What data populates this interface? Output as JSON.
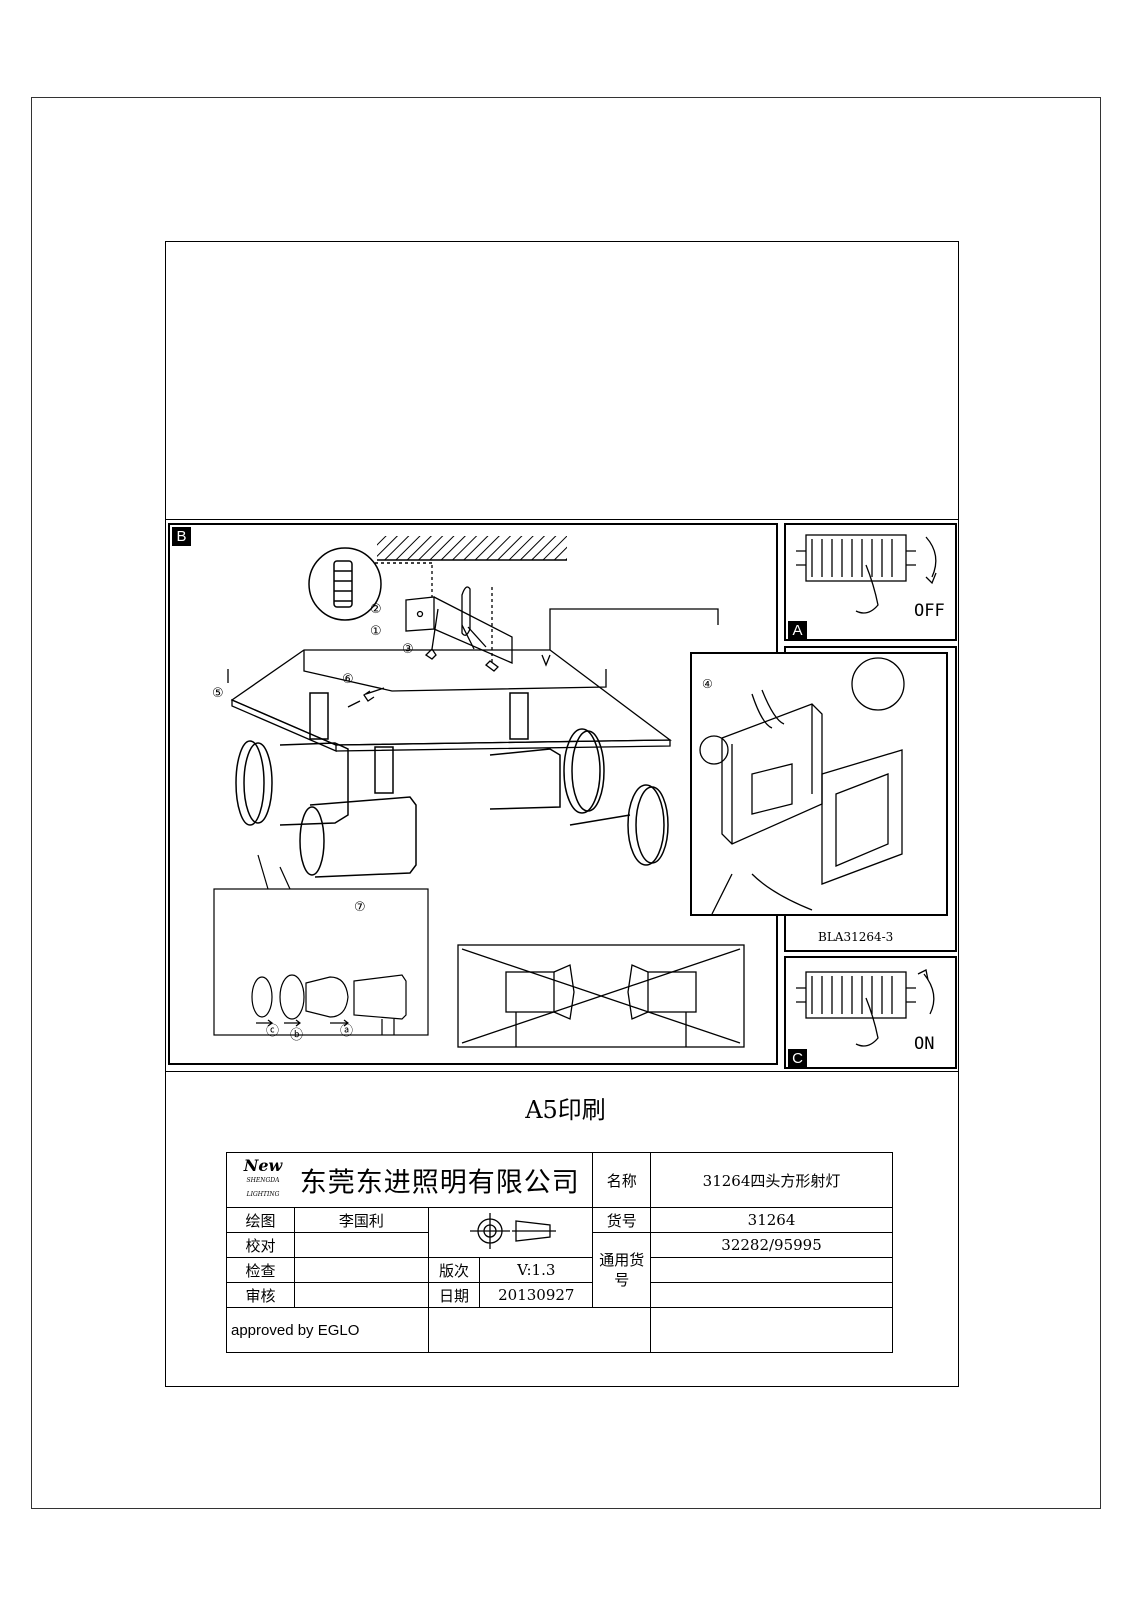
{
  "panels": {
    "b_letter": "B",
    "a_letter": "A",
    "c_letter": "C",
    "off_label": "OFF",
    "on_label": "ON",
    "drawing_code": "BLA31264-3",
    "step_numbers": [
      "①",
      "②",
      "③",
      "④",
      "⑤",
      "⑥",
      "⑦"
    ],
    "lamp_step_letters": [
      "ⓒ",
      "ⓑ",
      "ⓐ"
    ]
  },
  "print_note": "A5印刷",
  "title_block": {
    "logo_mark": "New",
    "logo_sub1": "SHENGDA",
    "logo_sub2": "LIGHTING",
    "company": "东莞东进照明有限公司",
    "name_label": "名称",
    "name_value": "31264四头方形射灯",
    "drawn_label": "绘图",
    "drawn_value": "李国利",
    "item_no_label": "货号",
    "item_no_value": "31264",
    "checked_label": "校对",
    "common_no_label": "通用货号",
    "common_no_value": "32282/95995",
    "inspect_label": "检查",
    "version_label": "版次",
    "version_value": "V:1.3",
    "approve_label": "审核",
    "date_label": "日期",
    "date_value": "20130927",
    "approved_by": "approved by EGLO"
  }
}
